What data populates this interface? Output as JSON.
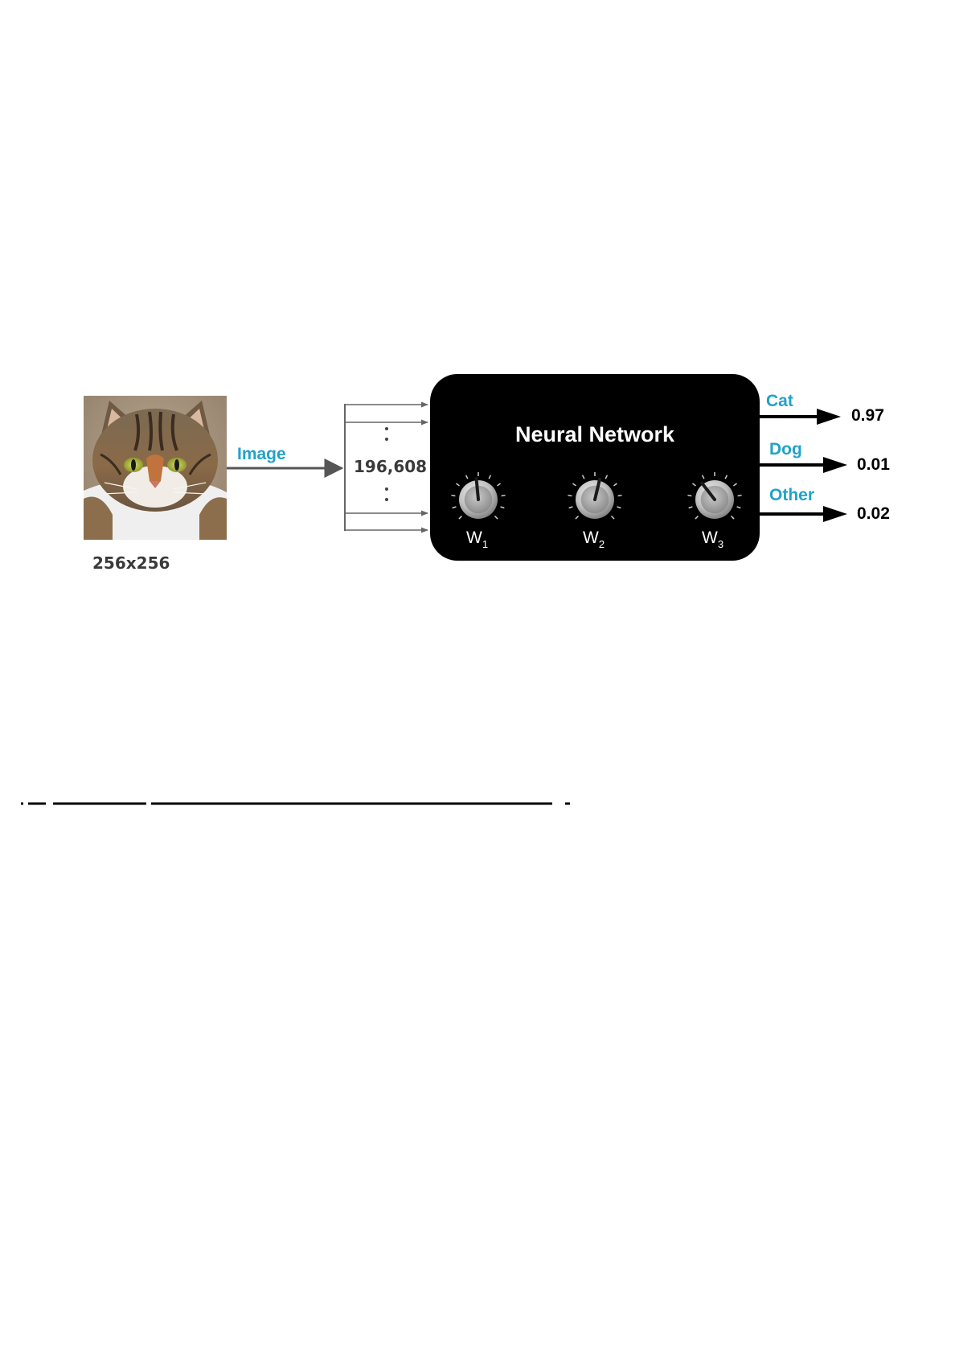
{
  "input": {
    "resolution_label": "256x256",
    "arrow_label": "Image",
    "input_count": "196,608"
  },
  "network": {
    "title": "Neural Network",
    "knobs": [
      {
        "label": "W",
        "sub": "1",
        "level": 0.48
      },
      {
        "label": "W",
        "sub": "2",
        "level": 0.55
      },
      {
        "label": "W",
        "sub": "3",
        "level": 0.36
      }
    ]
  },
  "outputs": [
    {
      "class": "Cat",
      "score": "0.97"
    },
    {
      "class": "Dog",
      "score": "0.01"
    },
    {
      "class": "Other",
      "score": "0.02"
    }
  ],
  "colors": {
    "accent": "#1fa3c9",
    "network_box": "#000000",
    "arrow": "#555555"
  },
  "icons": {
    "image": "cat-photo"
  }
}
